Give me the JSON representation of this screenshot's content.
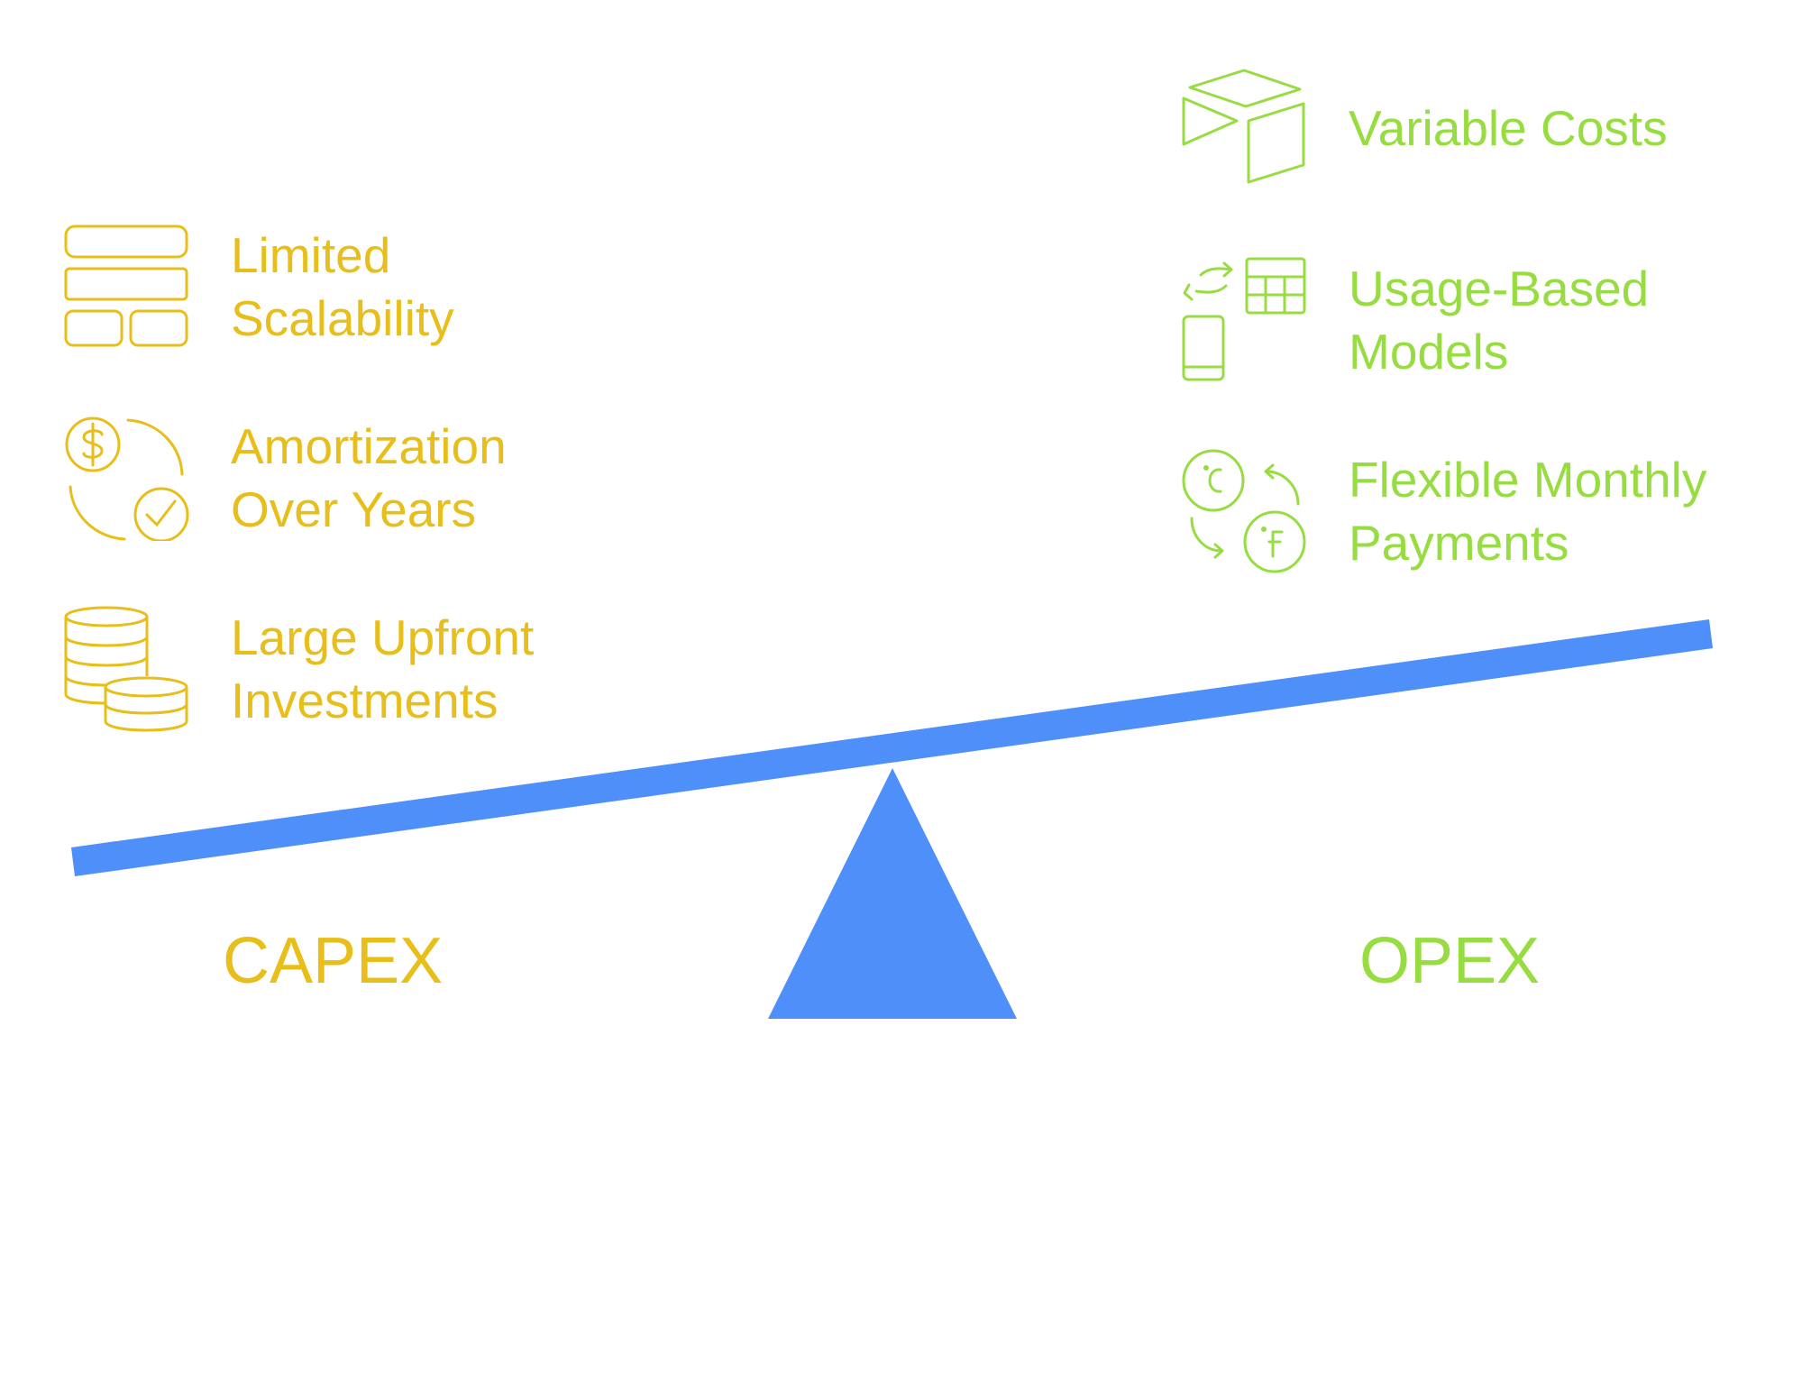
{
  "colors": {
    "capex": "#e8be1a",
    "opex": "#97dc40",
    "beam": "#4f8ffa"
  },
  "capex": {
    "title": "CAPEX",
    "items": [
      {
        "icon": "layout-blocks-icon",
        "lines": [
          "Limited",
          "Scalability"
        ]
      },
      {
        "icon": "dollar-cycle-check-icon",
        "lines": [
          "Amortization",
          "Over Years"
        ]
      },
      {
        "icon": "coin-stacks-icon",
        "lines": [
          "Large Upfront",
          "Investments"
        ]
      }
    ]
  },
  "opex": {
    "title": "OPEX",
    "items": [
      {
        "icon": "open-box-icon",
        "lines": [
          "Variable Costs"
        ]
      },
      {
        "icon": "usage-exchange-icon",
        "lines": [
          "Usage-Based",
          "Models"
        ]
      },
      {
        "icon": "currency-exchange-icon",
        "lines": [
          "Flexible Monthly",
          "Payments"
        ]
      }
    ]
  }
}
